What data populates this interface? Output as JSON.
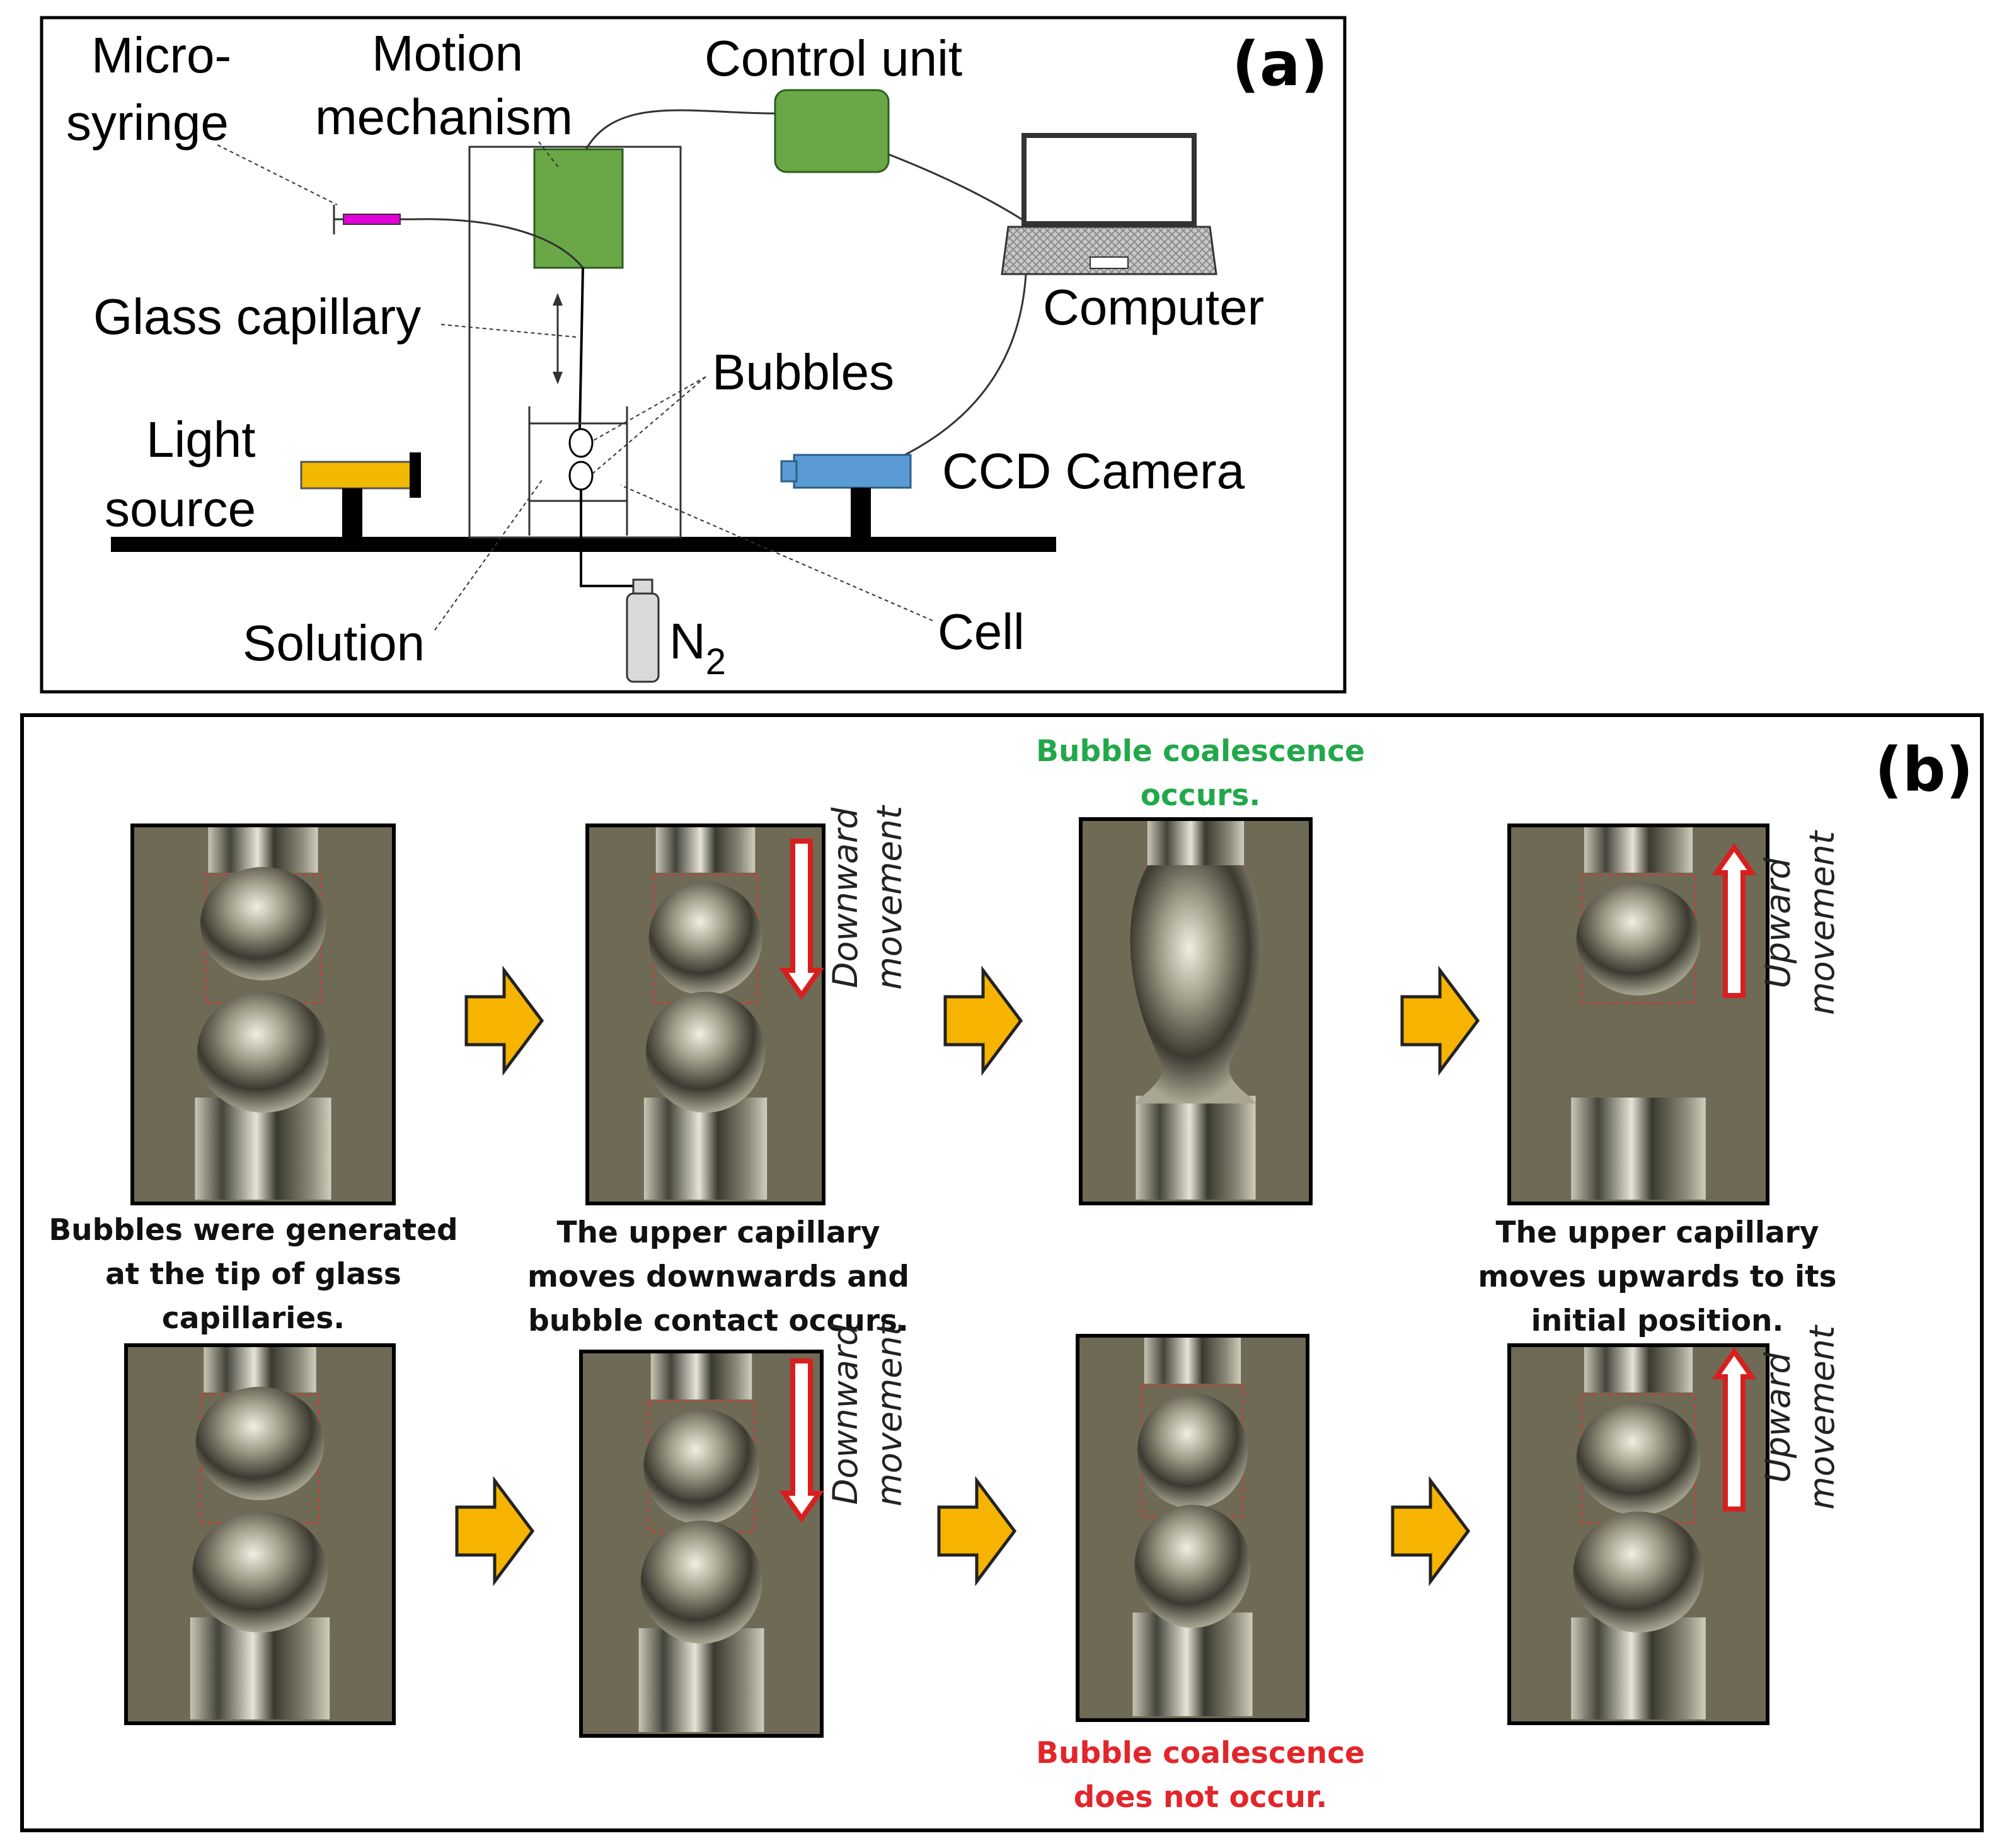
{
  "panel_a": {
    "tag": "(a)",
    "labels": {
      "micro_syringe_1": "Micro-",
      "micro_syringe_2": "syringe",
      "motion_1": "Motion",
      "motion_2": "mechanism",
      "control_unit": "Control unit",
      "computer": "Computer",
      "glass_capillary": "Glass capillary",
      "bubbles": "Bubbles",
      "light_1": "Light",
      "light_2": "source",
      "ccd_camera": "CCD Camera",
      "solution": "Solution",
      "n2_main": "N",
      "n2_sub": "2",
      "cell": "Cell"
    },
    "colors": {
      "motion_box": "#6aa847",
      "control_box": "#6aa847",
      "syringe": "#e100d8",
      "light": "#f2b800",
      "camera": "#5b9bd5",
      "n2_cylinder": "#d9d9d9"
    }
  },
  "panel_b": {
    "tag": "(b)",
    "coalescence_yes_1": "Bubble coalescence",
    "coalescence_yes_2": "occurs.",
    "coalescence_no_1": "Bubble coalescence",
    "coalescence_no_2": "does not occur.",
    "caption1_1": "Bubbles were generated",
    "caption1_2": "at the tip of glass",
    "caption1_3": "capillaries.",
    "caption2_1": "The upper capillary",
    "caption2_2": "moves downwards and",
    "caption2_3": "bubble contact occurs.",
    "caption4_1": "The upper capillary",
    "caption4_2": "moves upwards to its",
    "caption4_3": "initial position.",
    "downward_1": "Downward",
    "downward_2": "movement",
    "upward_1": "Upward",
    "upward_2": "movement",
    "colors": {
      "arrow_fill": "#f6b400",
      "photo_bg": "#6e6a55",
      "green_text": "#22a84a",
      "red_text": "#e2262b"
    }
  }
}
